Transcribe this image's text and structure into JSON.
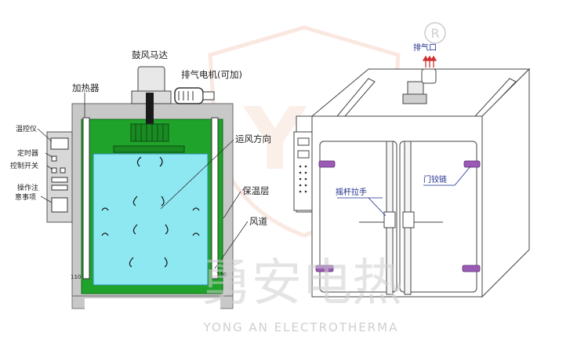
{
  "left_panel": {
    "controls": {
      "temp_controller": "温控仪",
      "timer": "定时器",
      "control_switch": "控制开关",
      "notes_line1": "操作注",
      "notes_line2": "意事项"
    },
    "callouts": {
      "blower_motor": "鼓风马达",
      "heater": "加热器",
      "exhaust_motor": "排气电机(可加)",
      "airflow_direction": "运风方向",
      "insulation": "保温层",
      "air_duct": "风道"
    },
    "rail_label_left": "110",
    "rail_label_right": "110"
  },
  "right_panel": {
    "exhaust_port": "排气口",
    "rocker_handle": "摇杆拉手",
    "door_hinge": "门铰链"
  },
  "watermark": {
    "registered_mark": "R",
    "brand_cn": "勇安电热",
    "brand_en": "YONG AN ELECTROTHERMA"
  },
  "colors": {
    "chamber_green": "#1fa32a",
    "chamber_water": "#8ee8f2",
    "frame_gray": "#c8c8c8",
    "label_blue": "#1a2a8a",
    "hinge_purple": "#9b5bb5"
  }
}
